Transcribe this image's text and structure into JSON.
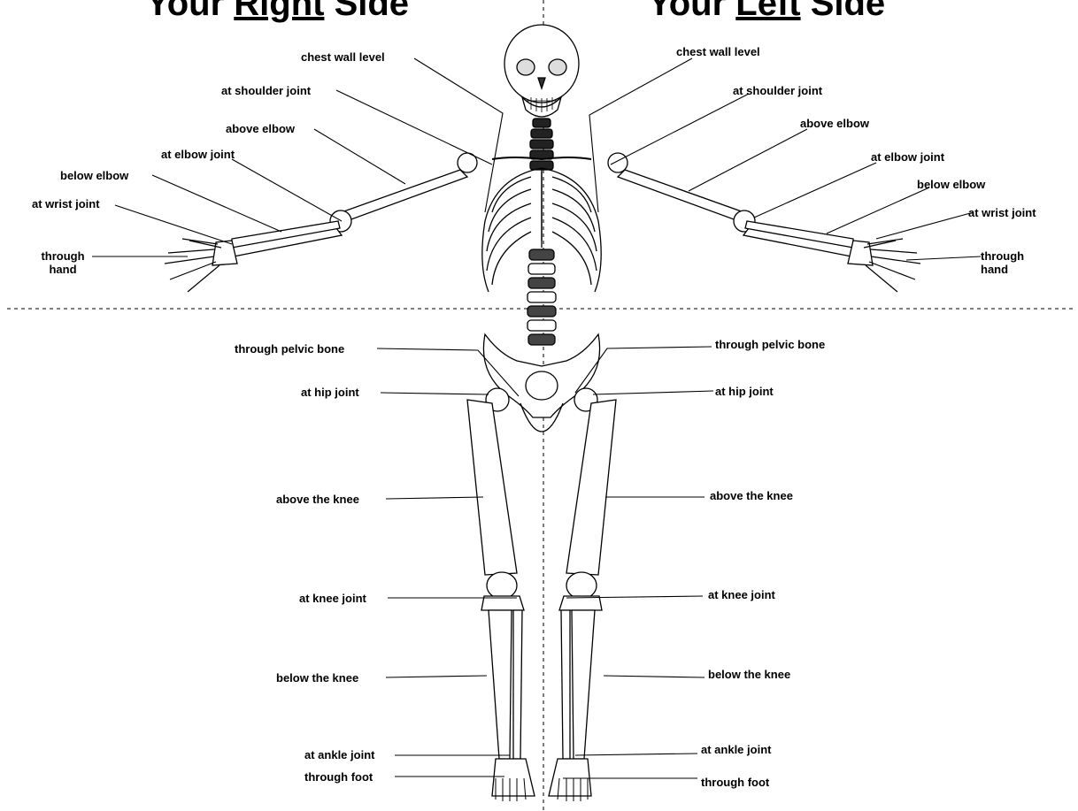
{
  "header": {
    "left": {
      "prefix": "Your ",
      "underlined": "Right",
      "suffix": " Side"
    },
    "right": {
      "prefix": "Your ",
      "underlined": "Left",
      "suffix": " Side"
    }
  },
  "labels": {
    "right_side": {
      "chest_wall_level": "chest wall level",
      "at_shoulder_joint": "at shoulder joint",
      "above_elbow": "above elbow",
      "at_elbow_joint": "at elbow joint",
      "below_elbow": "below elbow",
      "at_wrist_joint": "at wrist joint",
      "through_hand_1": "through",
      "through_hand_2": "hand",
      "through_pelvic_bone": "through pelvic bone",
      "at_hip_joint": "at hip joint",
      "above_the_knee": "above the knee",
      "at_knee_joint": "at knee joint",
      "below_the_knee": "below the knee",
      "at_ankle_joint": "at ankle joint",
      "through_foot": "through foot"
    },
    "left_side": {
      "chest_wall_level": "chest wall level",
      "at_shoulder_joint": "at shoulder joint",
      "above_elbow": "above elbow",
      "at_elbow_joint": "at elbow joint",
      "below_elbow": "below elbow",
      "at_wrist_joint": "at wrist joint",
      "through_hand_1": "through",
      "through_hand_2": "hand",
      "through_pelvic_bone": "through pelvic bone",
      "at_hip_joint": "at hip joint",
      "above_the_knee": "above the knee",
      "at_knee_joint": "at knee joint",
      "below_the_knee": "below the knee",
      "at_ankle_joint": "at ankle joint",
      "through_foot": "through foot"
    }
  },
  "colors": {
    "ink": "#000000",
    "background": "#ffffff",
    "divider": "#555555"
  }
}
